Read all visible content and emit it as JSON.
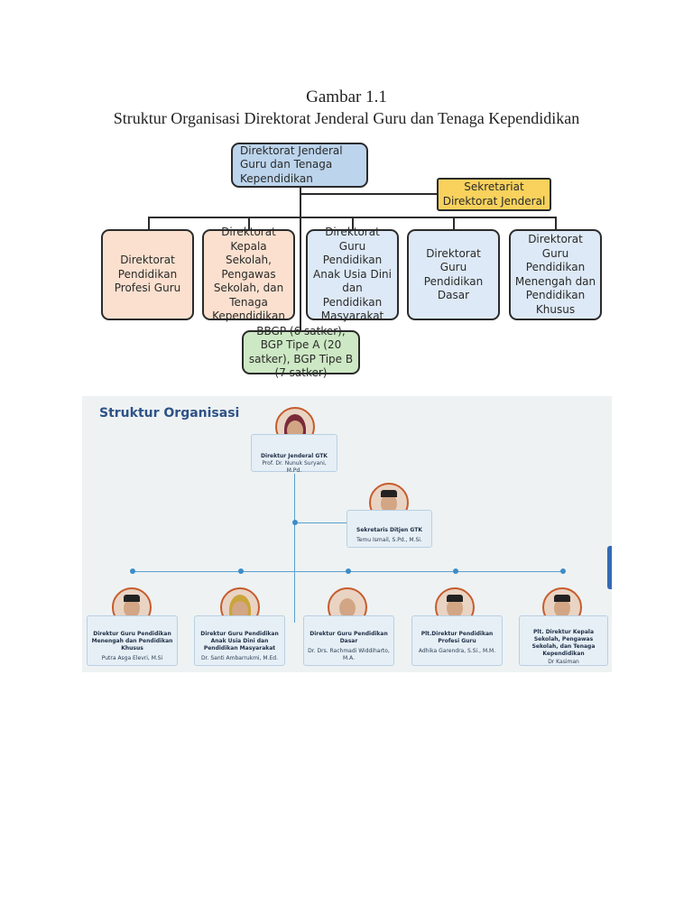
{
  "figure": {
    "label": "Gambar 1.1",
    "title": "Struktur Organisasi Direktorat Jenderal Guru dan Tenaga Kependidikan",
    "top_box": "Direktorat Jenderal Guru dan Tenaga Kependidikan",
    "secretariat": "Sekretariat Direktorat Jenderal",
    "directorates": [
      "Direktorat Pendidikan Profesi Guru",
      "Direktorat Kepala Sekolah, Pengawas Sekolah, dan Tenaga Kependidikan",
      "Direktorat Guru Pendidikan Anak Usia Dini dan Pendidikan Masyarakat",
      "Direktorat Guru Pendidikan Dasar",
      "Direktorat Guru Pendidikan Menengah dan Pendidikan Khusus"
    ],
    "units_box": "BBGP (6 satker), BGP Tipe A (20 satker), BGP Tipe B (7 satker)",
    "colors": {
      "top": "#bcd4ec",
      "secretariat": "#f8d25c",
      "peach": "#fbe0cf",
      "light_blue": "#dde9f6",
      "green": "#cde8c4"
    }
  },
  "photo": {
    "title": "Struktur Organisasi",
    "head": {
      "title": "Direktur Jenderal GTK",
      "name": "Prof. Dr. Nunuk Suryani, M.Pd."
    },
    "secretary": {
      "title": "Sekretaris Ditjen GTK",
      "name": "Temu Ismail, S.Pd., M.Si."
    },
    "directors": [
      {
        "title": "Direktur Guru Pendidikan Menengah dan Pendidikan Khusus",
        "name": "Putra Asga Elevri, M.Si"
      },
      {
        "title": "Direktur Guru Pendidikan Anak Usia Dini dan Pendidikan Masyarakat",
        "name": "Dr. Santi Ambarrukmi, M.Ed."
      },
      {
        "title": "Direktur Guru Pendidikan Dasar",
        "name": "Dr. Drs. Rachmadi Widdiharto, M.A."
      },
      {
        "title": "Plt.Direktur Pendidikan Profesi Guru",
        "name": "Adhika Garendra, S.Si., M.M."
      },
      {
        "title": "Plt. Direktur Kepala Sekolah, Pengawas Sekolah, dan Tenaga Kependidikan",
        "name": "Dr Kasiman"
      }
    ],
    "colors": {
      "title": "#2e5286",
      "connector": "#5aa0cf",
      "card": "#e6eff6",
      "avatar_ring": "#c75b2c"
    },
    "icons": [
      "portrait-photo-icon"
    ]
  }
}
